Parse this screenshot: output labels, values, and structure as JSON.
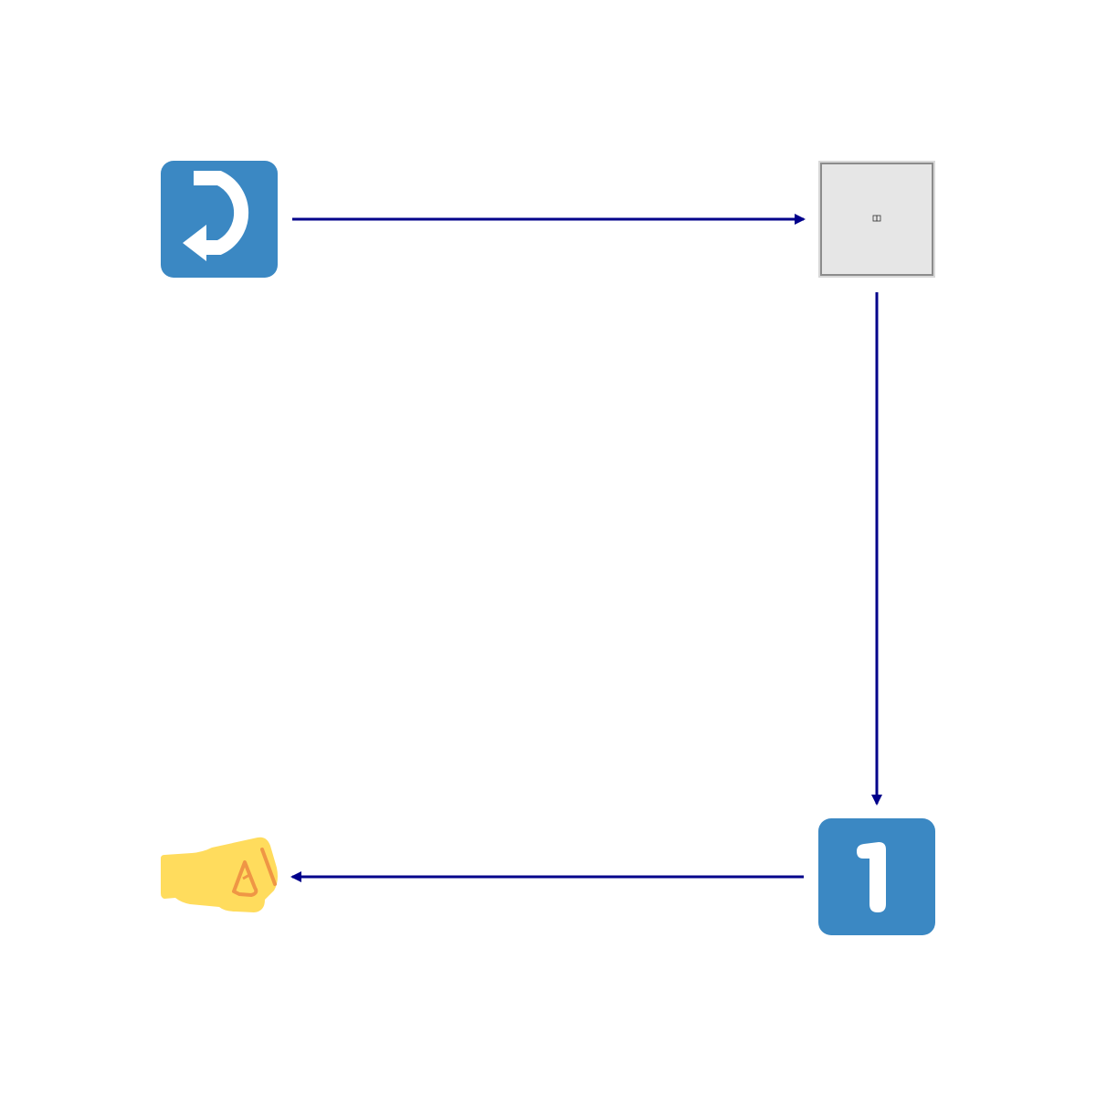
{
  "diagram": {
    "nodes": [
      {
        "id": "return-arrow",
        "icon": "right-arrow-curving-left-icon",
        "color": "#3b88c3"
      },
      {
        "id": "missing-glyph",
        "icon": "missing-glyph-box-icon",
        "label": ""
      },
      {
        "id": "keycap-one",
        "icon": "keycap-digit-one-icon",
        "color": "#3b88c3"
      },
      {
        "id": "fist",
        "icon": "right-facing-fist-icon",
        "color": "#ffdc5d"
      }
    ],
    "edges": [
      {
        "from": "return-arrow",
        "to": "missing-glyph"
      },
      {
        "from": "missing-glyph",
        "to": "keycap-one"
      },
      {
        "from": "keycap-one",
        "to": "fist"
      }
    ],
    "edge_color": "#00008b"
  }
}
